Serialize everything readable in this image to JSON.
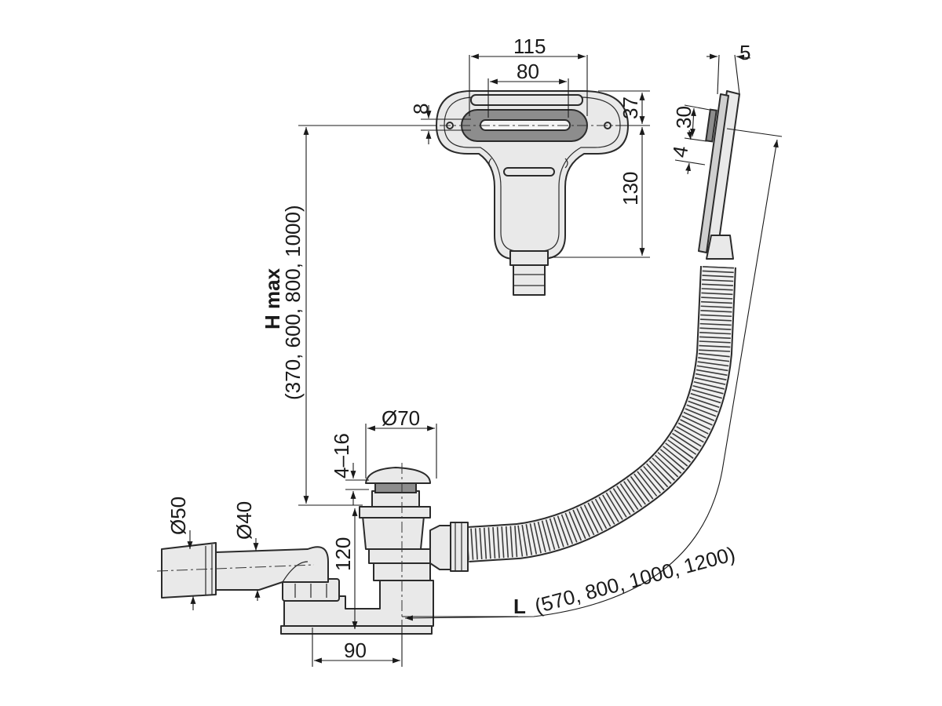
{
  "dimensions": {
    "width_outer": "115",
    "width_inner": "80",
    "gap": "8",
    "top_height": "37",
    "body_height": "130",
    "plate_height": "30",
    "plate_offset": "4",
    "plate_thickness": "5",
    "h_max_label": "H max",
    "h_max_values": "(370, 600, 800, 1000)",
    "cap_diameter": "Ø70",
    "cap_range": "4–16",
    "outlet_outer": "Ø50",
    "outlet_inner": "Ø40",
    "trap_height": "120",
    "trap_offset": "90",
    "l_label": "L",
    "l_values": "(570, 800, 1000, 1200)"
  }
}
